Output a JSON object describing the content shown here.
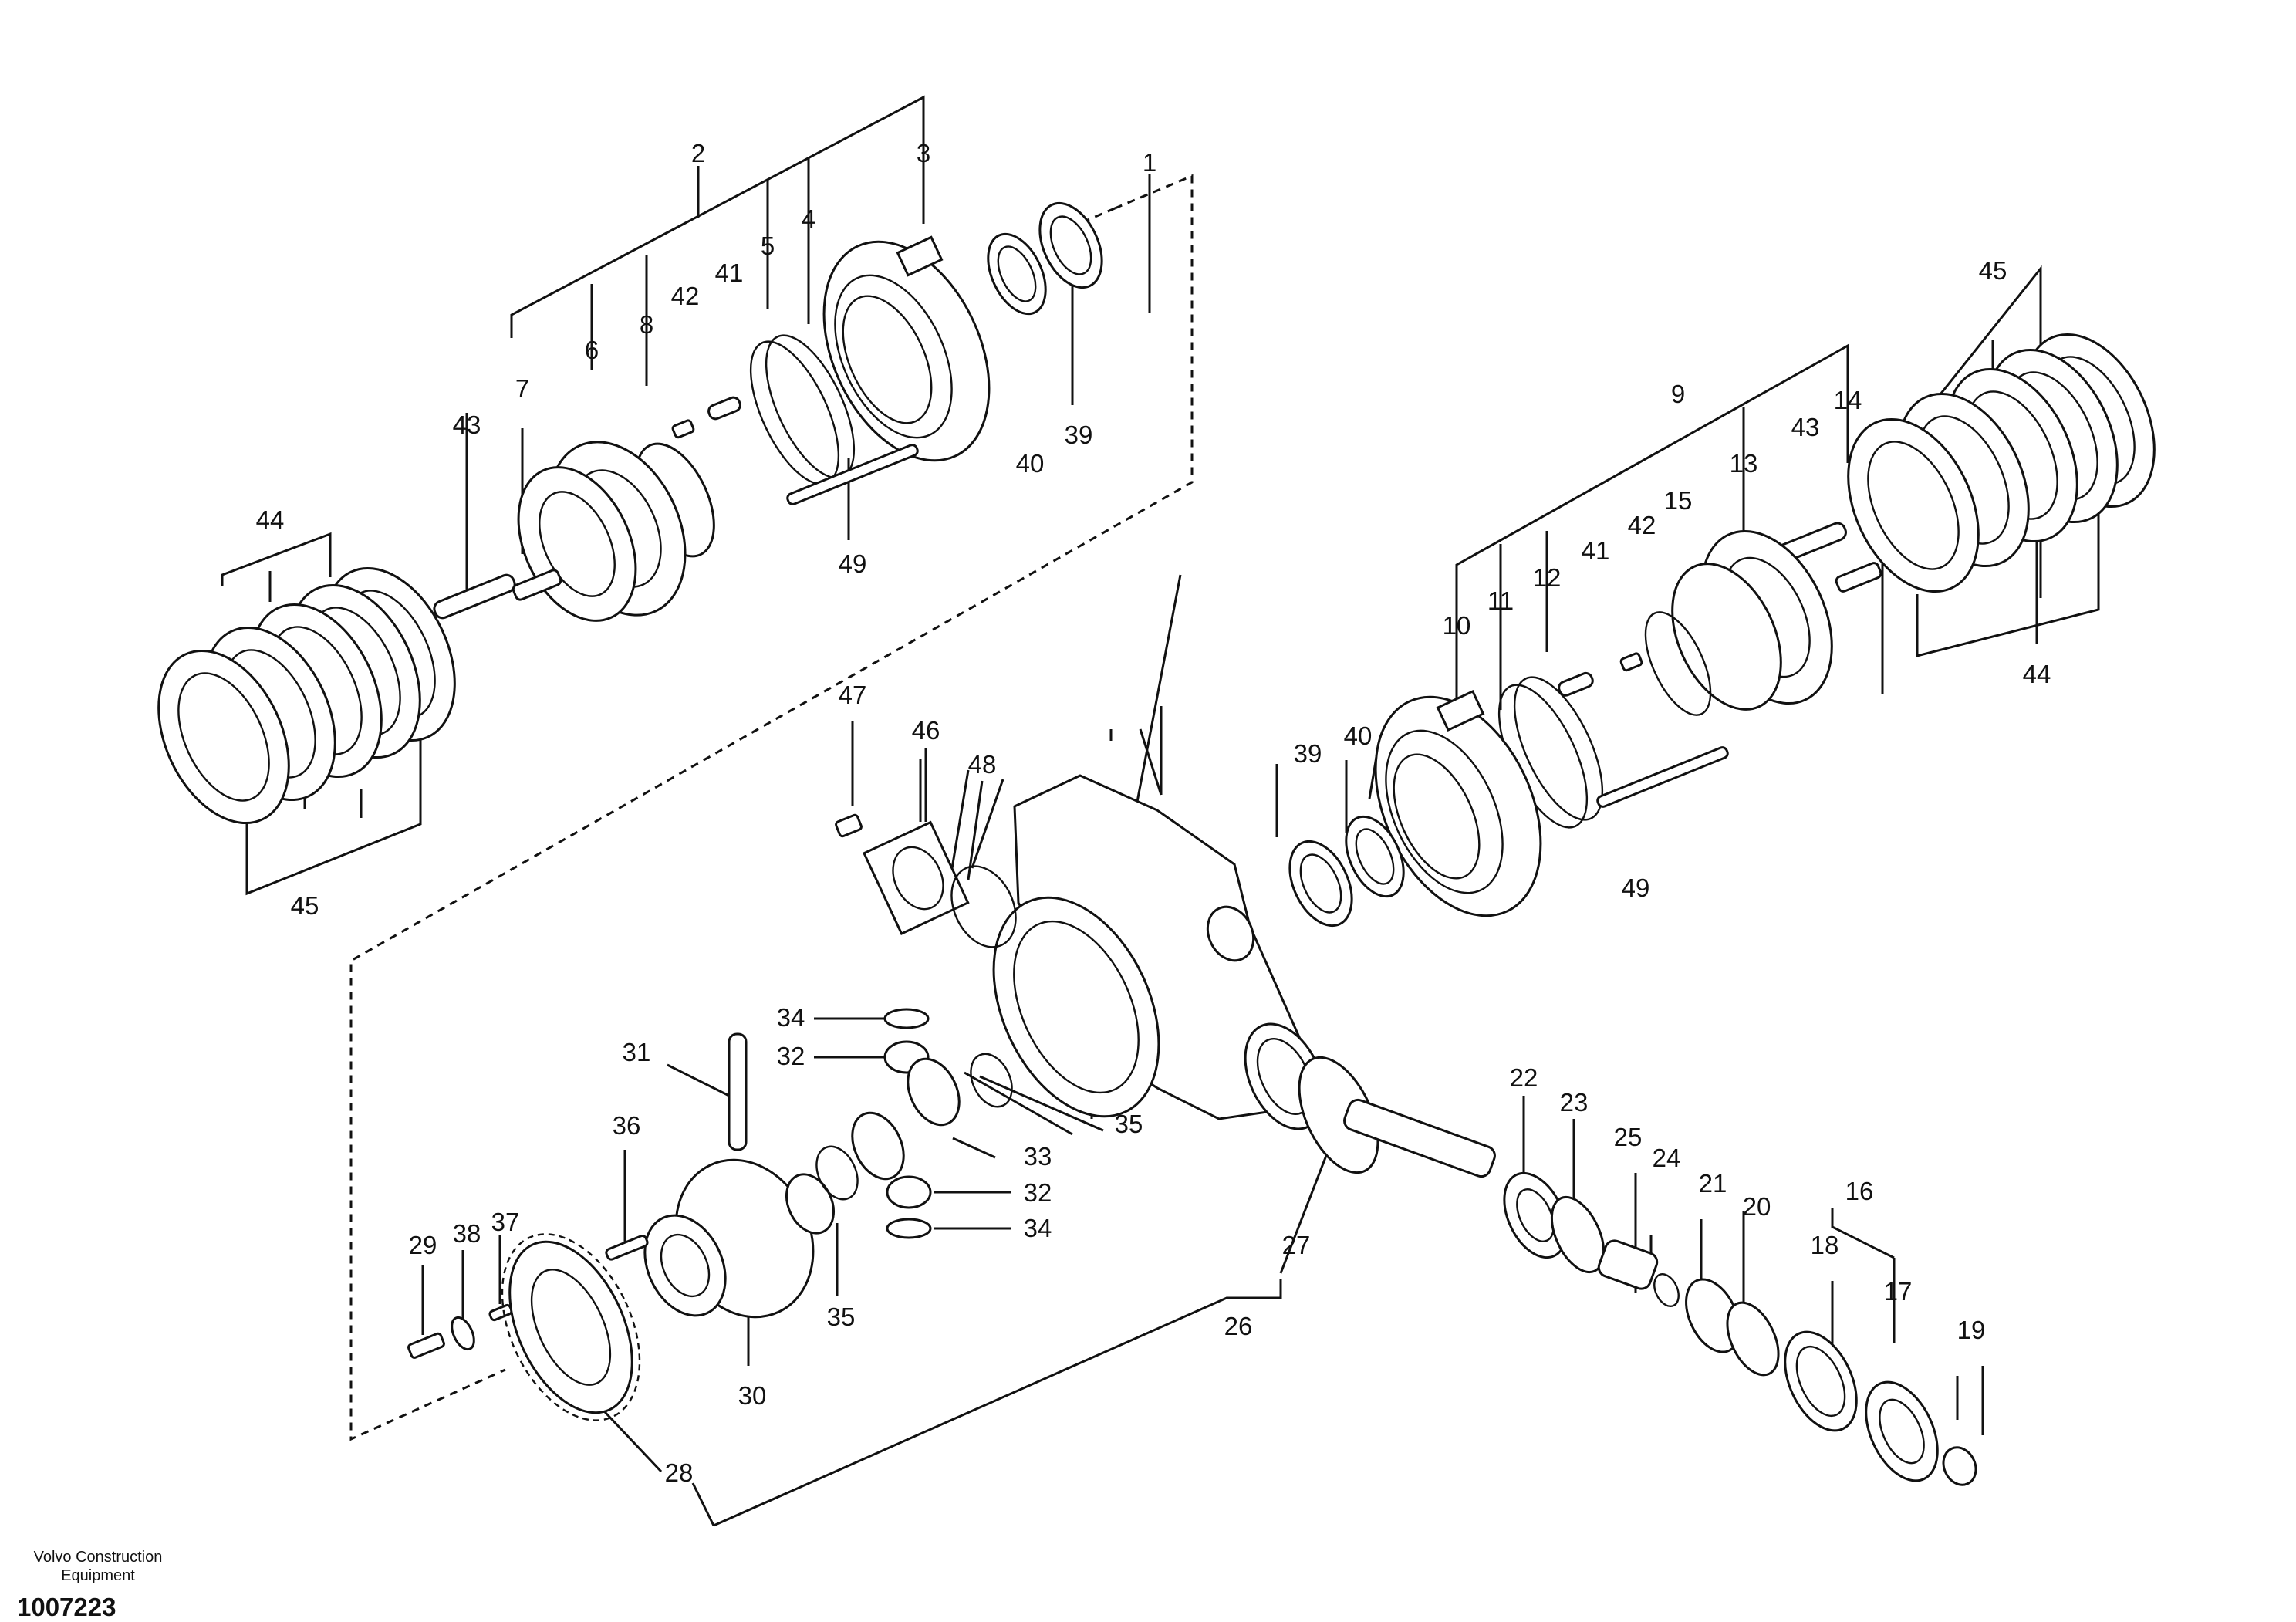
{
  "labels": [
    "1",
    "2",
    "3",
    "4",
    "5",
    "6",
    "7",
    "8",
    "9",
    "10",
    "11",
    "12",
    "13",
    "14",
    "15",
    "16",
    "17",
    "18",
    "19",
    "20",
    "21",
    "22",
    "23",
    "24",
    "25",
    "26",
    "27",
    "28",
    "29",
    "30",
    "31",
    "32",
    "33",
    "34",
    "35",
    "36",
    "37",
    "38",
    "39",
    "40",
    "41",
    "42",
    "43",
    "44",
    "45",
    "46",
    "47",
    "48",
    "49"
  ],
  "footer": {
    "brand": "Volvo Construction Equipment",
    "doc_number": "1007223"
  }
}
